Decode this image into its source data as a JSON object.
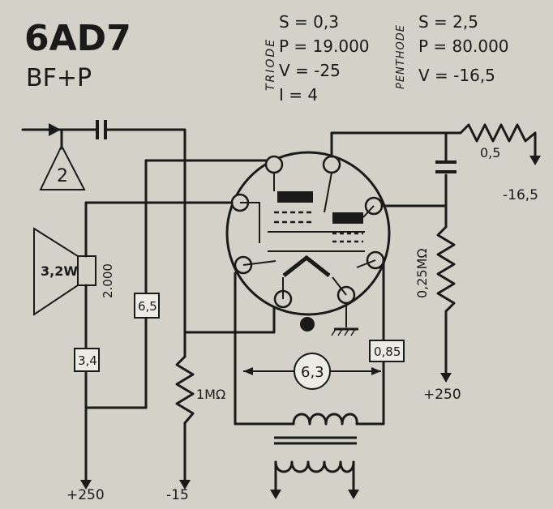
{
  "tube": {
    "name": "6AD7",
    "function": "BF+P"
  },
  "triode": {
    "section_label": "TRIODE",
    "lines": [
      "S = 0,3",
      "P = 19.000",
      "V = -25",
      "I = 4"
    ]
  },
  "pentode": {
    "section_label": "PENTHODE",
    "lines": [
      "S = 2,5",
      "P = 80.000",
      "V = -16,5"
    ]
  },
  "schematic": {
    "input_stage": "2",
    "speaker_power": "3,2W",
    "speaker_impedance": "2.000",
    "box_65": "6,5",
    "box_34": "3,4",
    "box_085": "0,85",
    "heater_voltage": "6,3",
    "grid_resistor": "1MΩ",
    "plate_resistor": "0,25MΩ",
    "series_resistor": "0,5",
    "bias_right": "-16,5",
    "supply_left": "+250",
    "bias_left": "-15",
    "supply_right": "+250"
  }
}
